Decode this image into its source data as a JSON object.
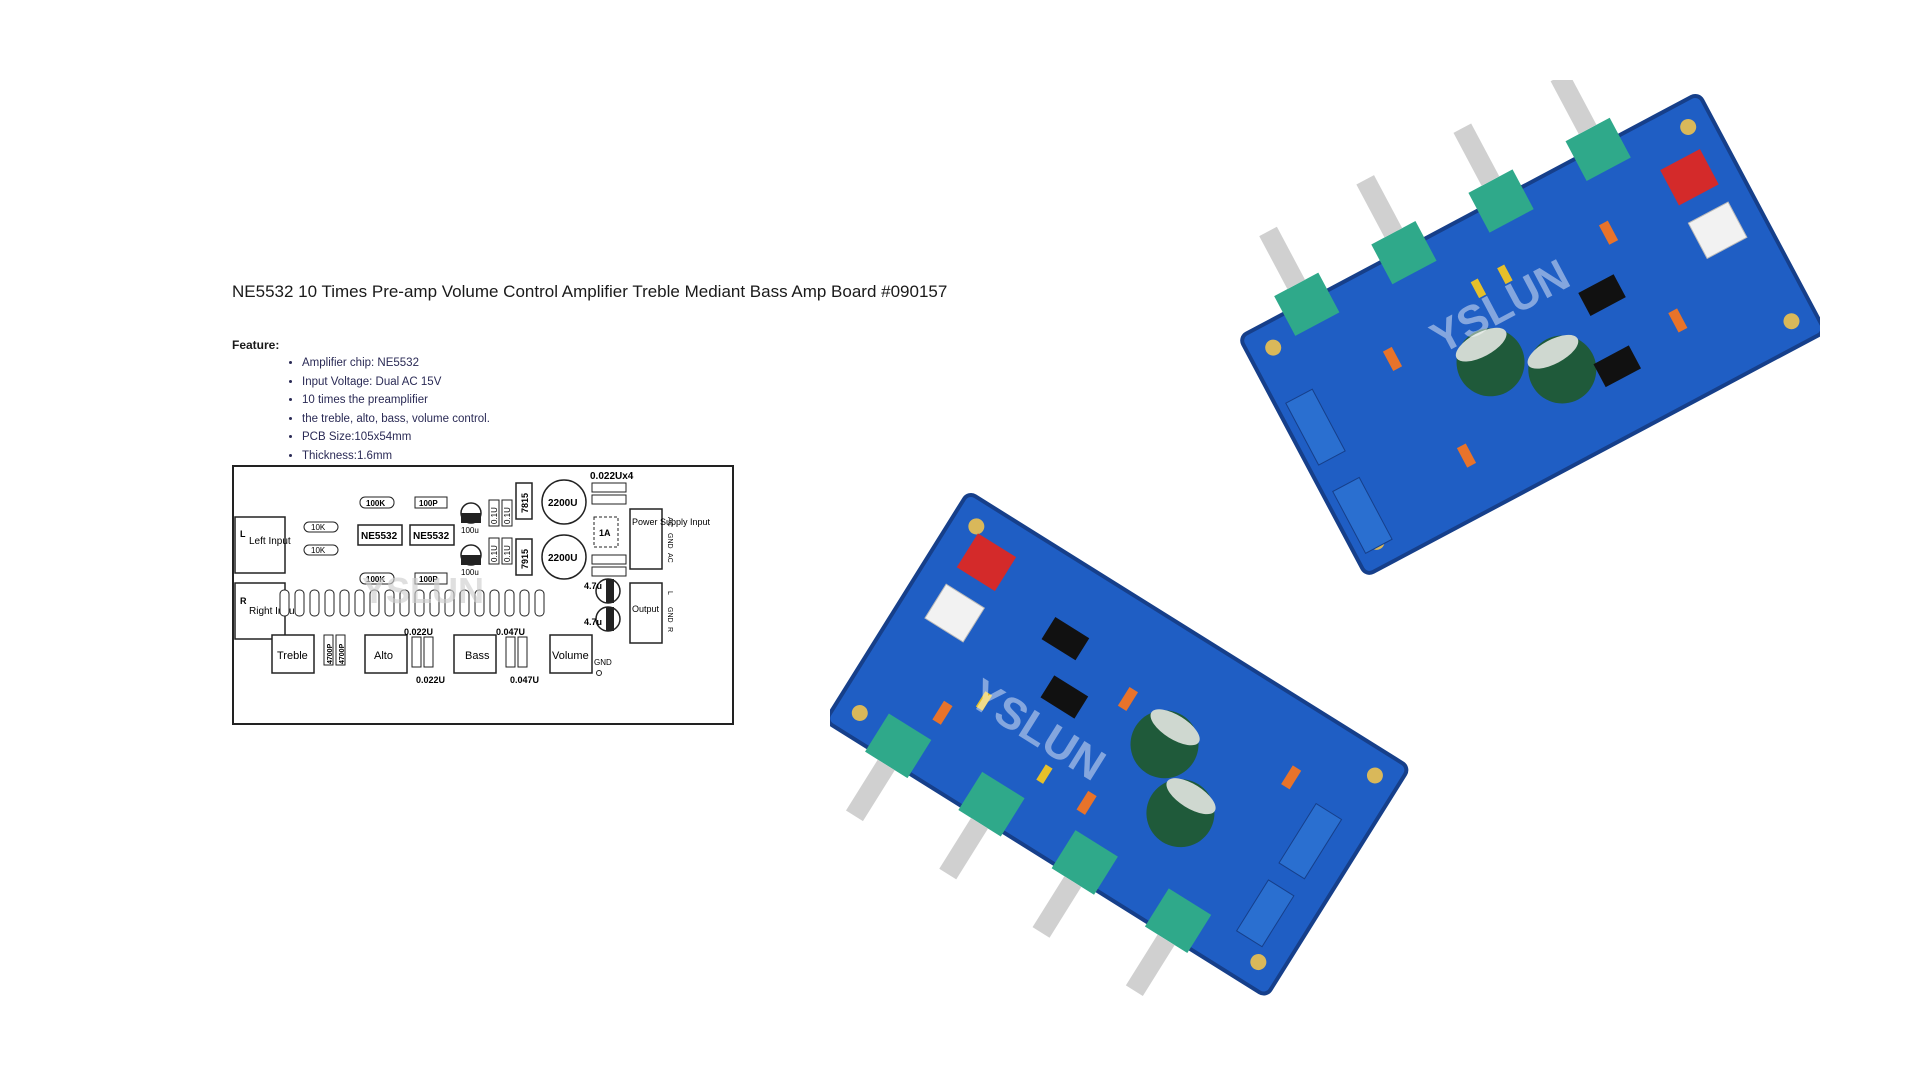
{
  "product": {
    "title": "NE5532 10 Times Pre-amp Volume Control Amplifier Treble Mediant Bass Amp Board #090157",
    "feature_label": "Feature:",
    "features": [
      "Amplifier chip: NE5532",
      "Input Voltage:  Dual AC 15V",
      "10 times the preamplifier",
      "the treble, alto, bass, volume control.",
      "PCB Size:105x54mm",
      "Thickness:1.6mm"
    ]
  },
  "diagram": {
    "left_input": "Left Input",
    "right_input": "Right Input",
    "power_input": "Power Supply Input",
    "output": "Output",
    "chip_1": "NE5532",
    "chip_2": "NE5532",
    "res_100k": "100K",
    "res_10k": "10K",
    "cap_100p": "100P",
    "cap_100u": "100u",
    "cap_01u": "0.1U",
    "reg_pos": "7815",
    "reg_neg": "7915",
    "cap_2200u": "2200U",
    "cap_0022u_x4": "0.022Ux4",
    "fuse": "1A",
    "cap_47u": "4.7u",
    "cap_0022u": "0.022U",
    "cap_0047u": "0.047U",
    "cap_4700p": "4700P",
    "pot_treble": "Treble",
    "pot_alto": "Alto",
    "pot_bass": "Bass",
    "pot_volume": "Volume",
    "gnd": "GND",
    "in_l": "L",
    "in_r": "R",
    "pin_ac": "AC",
    "pin_gnd": "GND",
    "out_l": "L",
    "out_r": "R"
  },
  "watermark": "YSLUN",
  "colors": {
    "pcb": "#1f5ec4",
    "pcb_dark": "#163f8a",
    "pot_green": "#2fa98a",
    "rca_red": "#d42a2a",
    "capacitor": "#1f5a3a"
  }
}
